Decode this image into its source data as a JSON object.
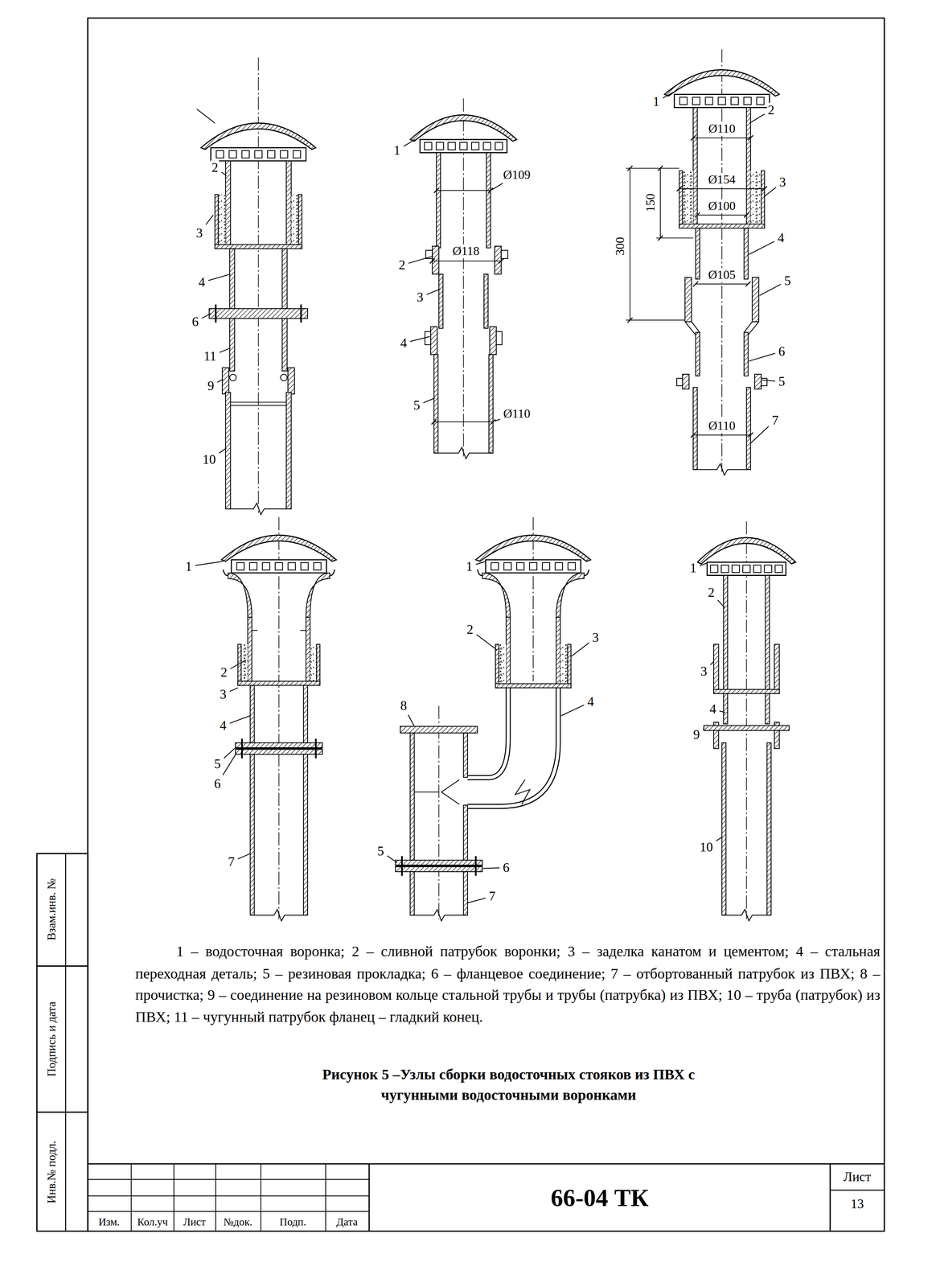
{
  "diagram": {
    "caption": "Рисунок 5 –Узлы сборки водосточных стояков из ПВХ с чугунными водосточными воронками",
    "labels": [
      "2",
      "3",
      "4",
      "6",
      "11",
      "9",
      "10",
      "1",
      "Ø109",
      "Ø118",
      "2",
      "3",
      "4",
      "5",
      "Ø110",
      "1",
      "Ø110",
      "2",
      "Ø154",
      "3",
      "Ø100",
      "150",
      "300",
      "4",
      "Ø105",
      "5",
      "6",
      "5",
      "Ø110",
      "7",
      "1",
      "2",
      "3",
      "4",
      "5",
      "6",
      "7",
      "1",
      "2",
      "3",
      "8",
      "4",
      "5",
      "6",
      "7",
      "1",
      "2",
      "3",
      "4",
      "9",
      "10",
      "1 – водосточная воронка; 2 – сливной патрубок воронки; 3 – заделка канатом и цементом; 4 – стальная переходная деталь; 5 – резиновая прокладка; 6 – фланцевое соединение; 7 – отбортованный патрубок из ПВХ; 8 – прочистка; 9 – соединение на резиновом кольце стальной трубы и трубы (патрубка) из ПВХ; 10 – труба (патрубок) из ПВХ; 11 – чугунный патрубок фланец – гладкий конец.",
      "Взам.инв. №",
      "Подпись и дата",
      "Инв.№ подл.",
      "Изм.",
      "Кол.уч",
      "Лист",
      "№док.",
      "Подп.",
      "Дата",
      "66-04 ТК",
      "Лист",
      "13"
    ]
  }
}
